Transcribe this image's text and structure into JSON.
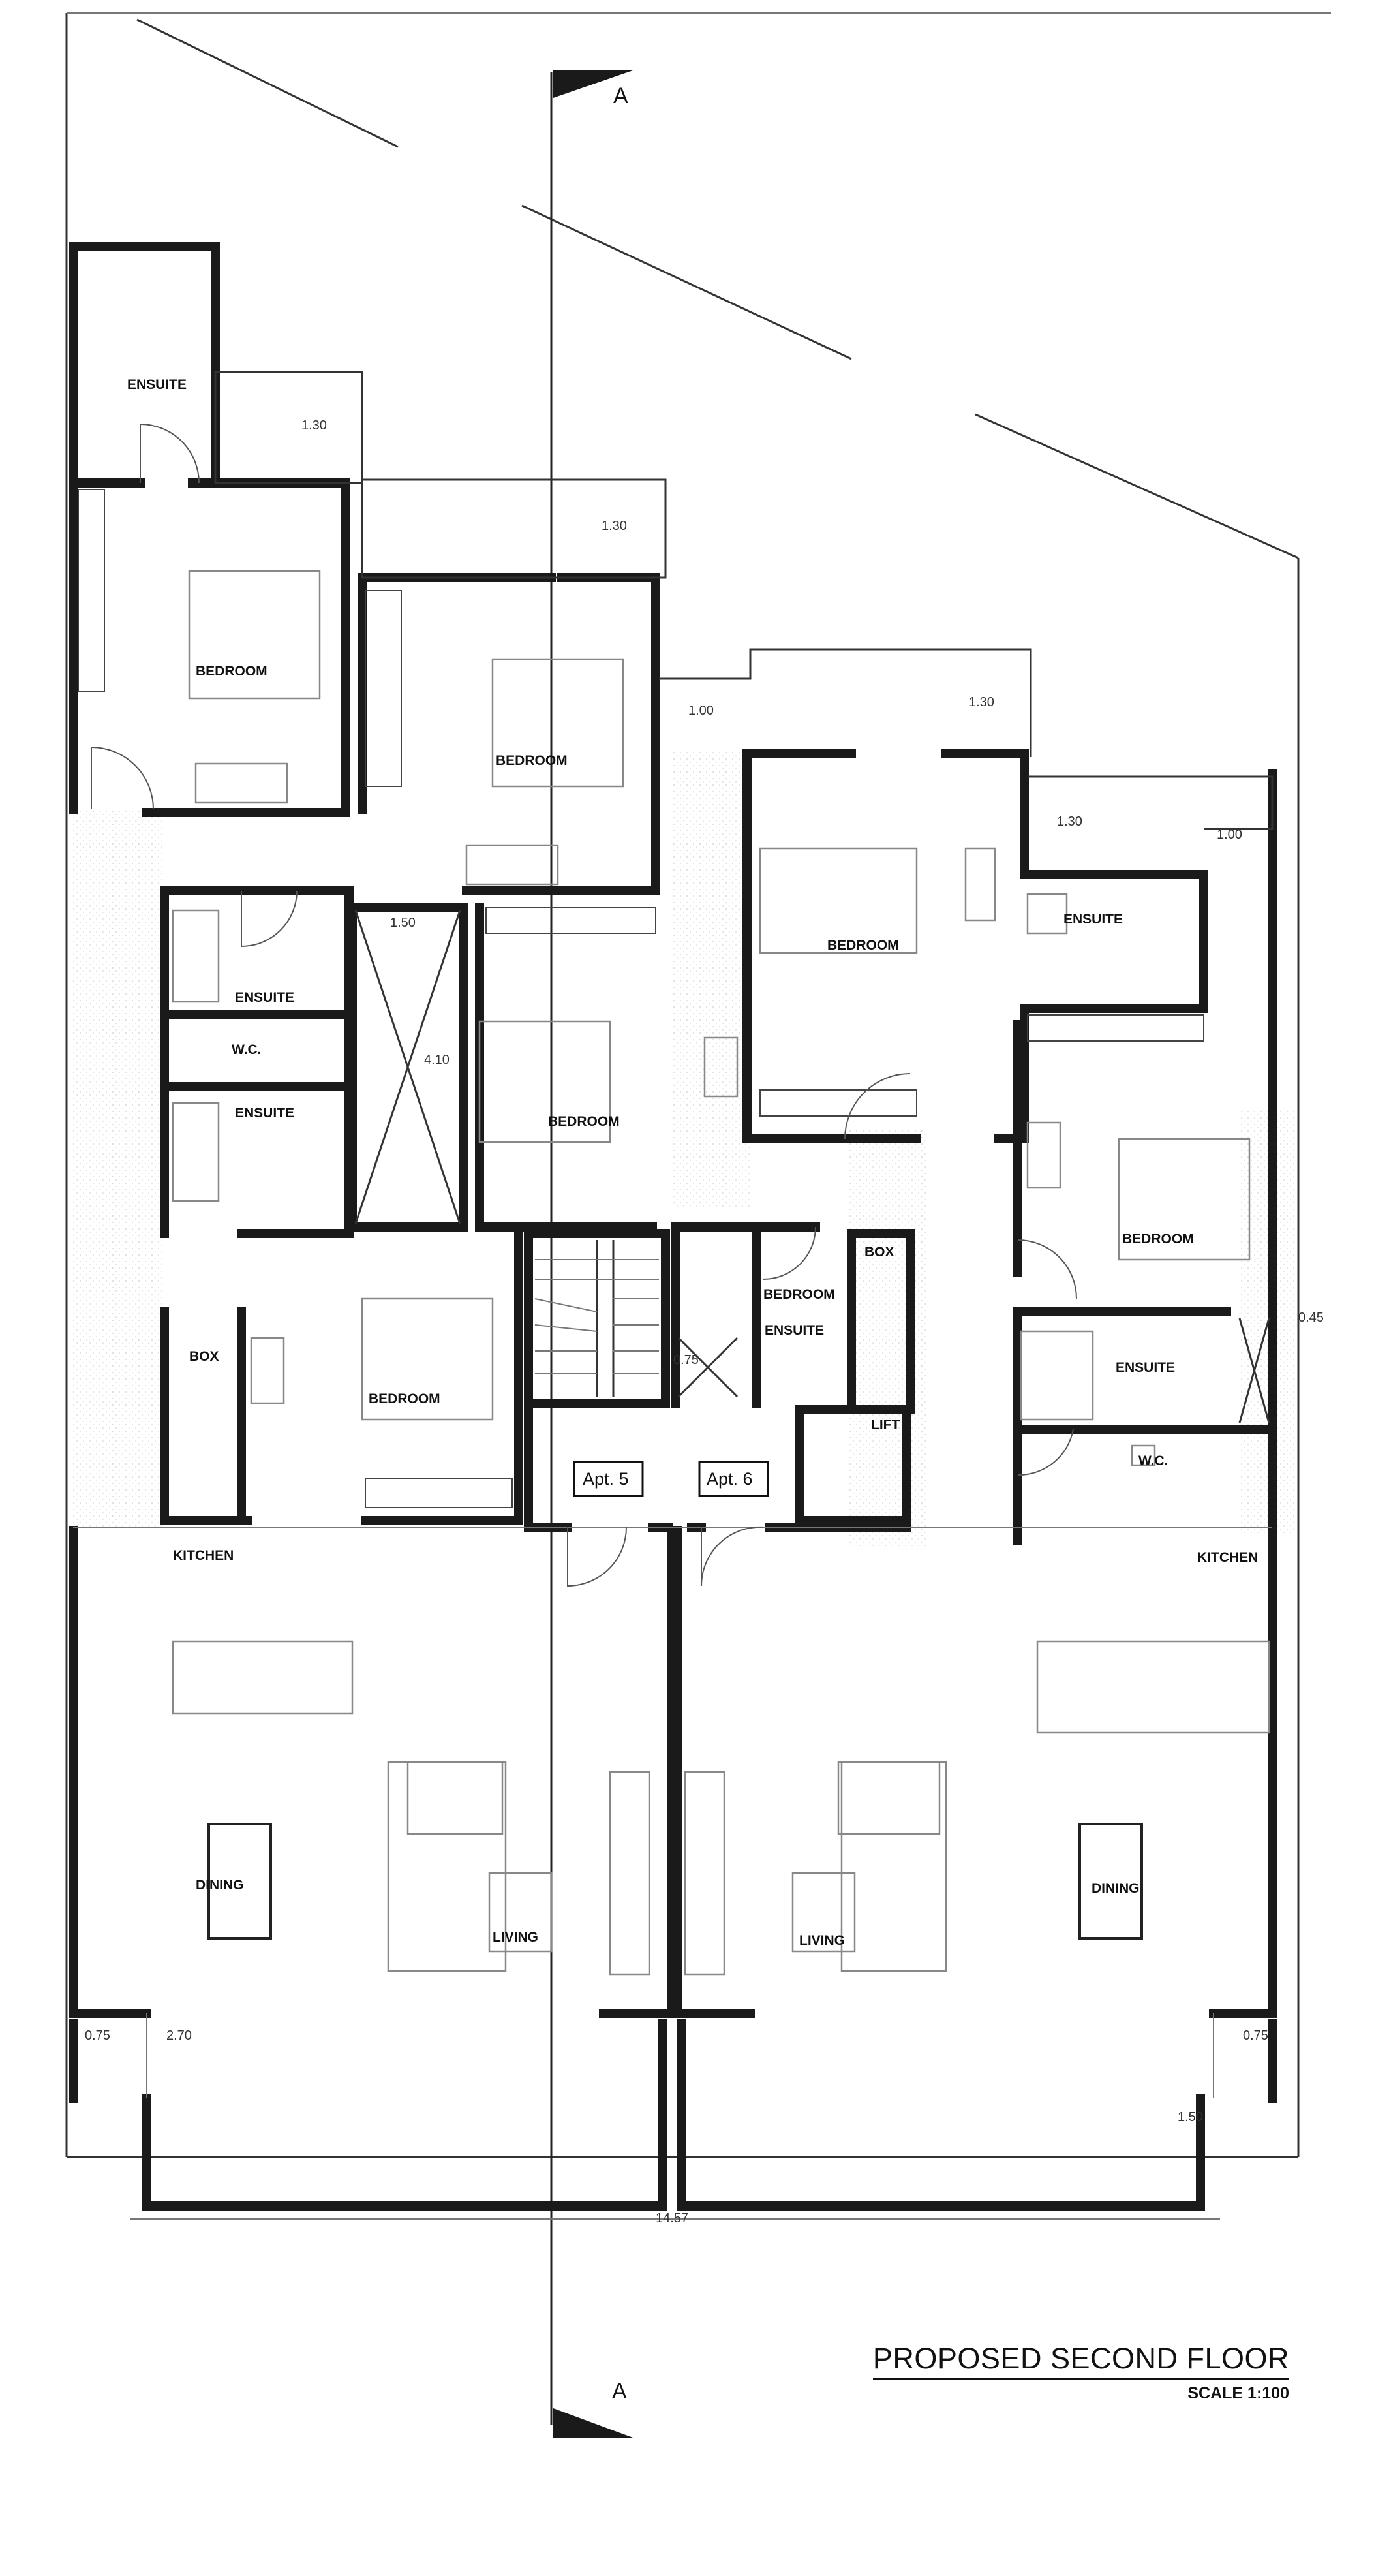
{
  "section_marks": {
    "top": "A",
    "bottom": "A"
  },
  "rooms": {
    "ensuite_1": "ENSUITE",
    "bedroom_1": "BEDROOM",
    "bedroom_2": "BEDROOM",
    "bedroom_3": "BEDROOM",
    "bedroom_4": "BEDROOM",
    "ensuite_2": "ENSUITE",
    "wc_1": "W.C.",
    "ensuite_3": "ENSUITE",
    "bedroom_5": "BEDROOM",
    "bedroom_6": "BEDROOM",
    "ensuite_4": "ENSUITE",
    "bedroom_7": "BEDROOM",
    "box_1": "BOX",
    "box_2": "BOX",
    "ensuite_5": "ENSUITE",
    "ensuite_6": "ENSUITE",
    "wc_2": "W.C.",
    "lift": "LIFT",
    "kitchen_1": "KITCHEN",
    "kitchen_2": "KITCHEN",
    "dining_1": "DINING",
    "dining_2": "DINING",
    "living_1": "LIVING",
    "living_2": "LIVING"
  },
  "apartments": {
    "apt_5": "Apt. 5",
    "apt_6": "Apt. 6"
  },
  "dimensions": {
    "d_130_a": "1.30",
    "d_130_b": "1.30",
    "d_100_a": "1.00",
    "d_130_c": "1.30",
    "d_130_d": "1.30",
    "d_100_b": "1.00",
    "d_150": "1.50",
    "d_410": "4.10",
    "d_075_shaft": "0.75",
    "d_045": "0.45",
    "d_075_left": "0.75",
    "d_270": "2.70",
    "d_075_right": "0.75",
    "d_150_balc": "1.50",
    "d_1457": "14.57"
  },
  "title": {
    "main": "PROPOSED SECOND FLOOR",
    "scale": "SCALE 1:100"
  }
}
